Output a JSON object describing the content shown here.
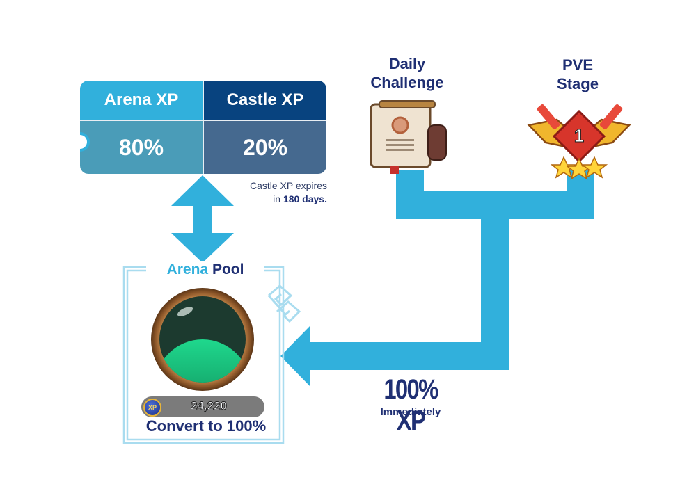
{
  "xp_split": {
    "arena": {
      "label": "Arena XP",
      "value": "80%"
    },
    "castle": {
      "label": "Castle XP",
      "value": "20%"
    },
    "note_line1": "Castle XP expires",
    "note_line2_prefix": "in ",
    "note_line2_bold": "180 days."
  },
  "sources": {
    "daily": {
      "line1": "Daily",
      "line2": "Challenge",
      "icon": "scroll-icon"
    },
    "pve": {
      "line1": "PVE",
      "line2": "Stage",
      "icon": "stage-badge-icon",
      "badge_number": "1",
      "stars": 3
    }
  },
  "flow": {
    "headline": "100% XP",
    "subline": "Immediately"
  },
  "pool": {
    "title_part1": "Arena",
    "title_part2": "Pool",
    "xp_coin_label": "XP",
    "xp_amount": "24,220",
    "action_label": "Convert to 100%",
    "fill_fraction": 0.5
  },
  "colors": {
    "arrow": "#31b0dc",
    "navy_text": "#1f2f73",
    "arena_header": "#31b0dc",
    "castle_header": "#08437f",
    "arena_cell": "#4a9cb8",
    "castle_cell": "#45698f",
    "frame": "#a9dcef"
  }
}
